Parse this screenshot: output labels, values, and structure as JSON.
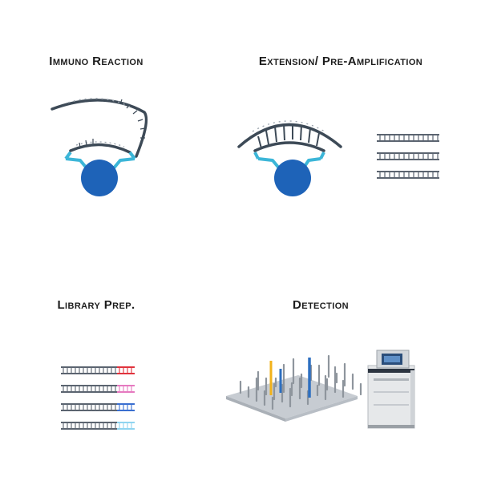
{
  "panels": {
    "immuno": {
      "title": "Immuno Reaction"
    },
    "extension": {
      "title": "Extension/ Pre-Amplification"
    },
    "library": {
      "title": "Library Prep."
    },
    "detection": {
      "title": "Detection"
    }
  },
  "colors": {
    "dark_strand": "#3d4a57",
    "antibody_cyan": "#3cb6d8",
    "bead_blue": "#1e63b8",
    "ladder_gray": "#5b6470",
    "tag_red": "#e0333d",
    "tag_pink": "#e57ac0",
    "tag_blue": "#3a6fd0",
    "tag_lightblue": "#8fd4f0",
    "peak_yellow": "#f2b21a",
    "peak_blue": "#2d6fc0",
    "plate_gray": "#c7ccd2",
    "instrument_gray": "#e6e8ea"
  },
  "icons": [
    "antibody-bead-icon",
    "dna-ladder-icon",
    "peak-map-icon",
    "sequencer-instrument-icon"
  ]
}
